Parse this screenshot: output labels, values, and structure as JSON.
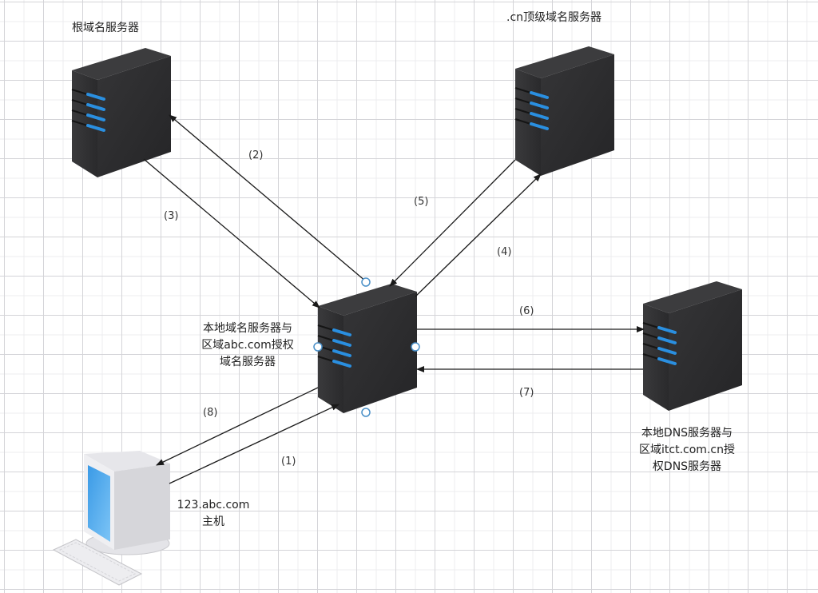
{
  "diagram": {
    "type": "DNS iterative query flow",
    "nodes": {
      "root": {
        "label": "根域名服务器",
        "icon": "server-icon"
      },
      "cn_tld": {
        "label": ".cn顶级域名服务器",
        "icon": "server-icon"
      },
      "local": {
        "label_lines": [
          "本地域名服务器与",
          "区域abc.com授权",
          "域名服务器"
        ],
        "icon": "server-icon"
      },
      "itct": {
        "label_lines": [
          "本地DNS服务器与",
          "区域itct.com.cn授",
          "权DNS服务器"
        ],
        "icon": "server-icon"
      },
      "host": {
        "label_lines": [
          "123.abc.com",
          "主机"
        ],
        "icon": "desktop-computer-icon"
      }
    },
    "edges": [
      {
        "step": "(1)",
        "from": "host",
        "to": "local"
      },
      {
        "step": "(2)",
        "from": "local",
        "to": "root"
      },
      {
        "step": "(3)",
        "from": "root",
        "to": "local"
      },
      {
        "step": "(4)",
        "from": "local",
        "to": "cn_tld"
      },
      {
        "step": "(5)",
        "from": "cn_tld",
        "to": "local"
      },
      {
        "step": "(6)",
        "from": "local",
        "to": "itct"
      },
      {
        "step": "(7)",
        "from": "itct",
        "to": "local"
      },
      {
        "step": "(8)",
        "from": "local",
        "to": "host"
      }
    ],
    "colors": {
      "server_body": "#2e2e30",
      "server_led": "#2a8fe0",
      "arrow": "#1a1a1a",
      "selection_handle": "#4a90c8",
      "monitor_screen": "#4aa8ec"
    }
  }
}
